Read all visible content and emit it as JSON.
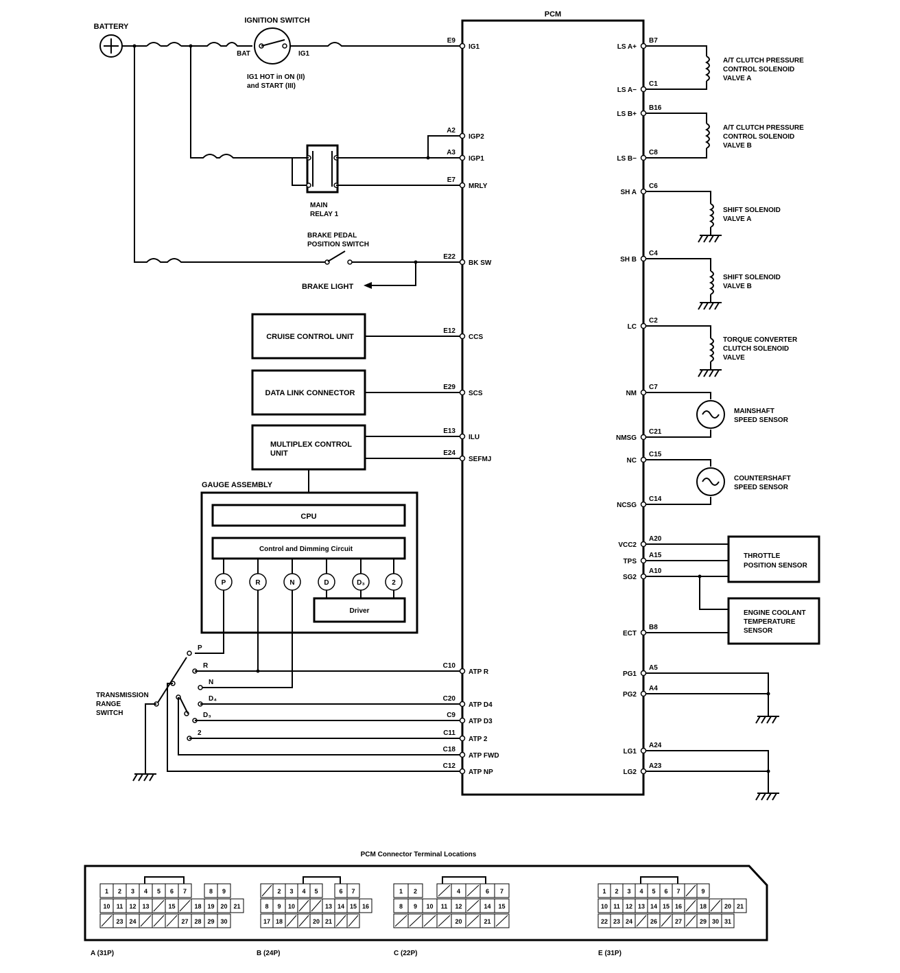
{
  "labels": {
    "battery": "BATTERY",
    "ignition_switch": "IGNITION SWITCH",
    "bat": "BAT",
    "ig1": "IG1",
    "ig1_note_1": "IG1 HOT in ON (II)",
    "ig1_note_2": "and START (III)",
    "main_relay_1": "MAIN",
    "main_relay_2": "RELAY 1",
    "brake_switch_1": "BRAKE PEDAL",
    "brake_switch_2": "POSITION SWITCH",
    "brake_light": "BRAKE LIGHT",
    "pcm": "PCM",
    "cruise_control": "CRUISE CONTROL UNIT",
    "dlc": "DATA LINK CONNECTOR",
    "multiplex_1": "MULTIPLEX CONTROL",
    "multiplex_2": "UNIT",
    "gauge_assembly": "GAUGE ASSEMBLY",
    "cpu": "CPU",
    "dimming": "Control and Dimming Circuit",
    "driver": "Driver",
    "trs_1": "TRANSMISSION",
    "trs_2": "RANGE",
    "trs_3": "SWITCH",
    "sol_a_1": "A/T CLUTCH PRESSURE",
    "sol_a_2": "CONTROL SOLENOID",
    "sol_a_3": "VALVE A",
    "sol_b_1": "A/T CLUTCH PRESSURE",
    "sol_b_2": "CONTROL SOLENOID",
    "sol_b_3": "VALVE B",
    "shift_a_1": "SHIFT SOLENOID",
    "shift_a_2": "VALVE A",
    "shift_b_1": "SHIFT SOLENOID",
    "shift_b_2": "VALVE B",
    "tcc_1": "TORQUE CONVERTER",
    "tcc_2": "CLUTCH SOLENOID",
    "tcc_3": "VALVE",
    "mainshaft_1": "MAINSHAFT",
    "mainshaft_2": "SPEED SENSOR",
    "countershaft_1": "COUNTERSHAFT",
    "countershaft_2": "SPEED SENSOR",
    "tps_1": "THROTTLE",
    "tps_2": "POSITION SENSOR",
    "ect_1": "ENGINE COOLANT",
    "ect_2": "TEMPERATURE",
    "ect_3": "SENSOR",
    "connector_title": "PCM Connector Terminal Locations",
    "conn_a": "A (31P)",
    "conn_b": "B (24P)",
    "conn_c": "C (22P)",
    "conn_e": "E (31P)"
  },
  "gauge_indicators": [
    "P",
    "R",
    "N",
    "D",
    "D₃",
    "2"
  ],
  "trs_positions": [
    "P",
    "R",
    "N",
    "D₄",
    "D₃",
    "2"
  ],
  "pcm_left_pins": [
    {
      "pin": "E9",
      "name": "IG1"
    },
    {
      "pin": "A2",
      "name": "IGP2"
    },
    {
      "pin": "A3",
      "name": "IGP1"
    },
    {
      "pin": "E7",
      "name": "MRLY"
    },
    {
      "pin": "E22",
      "name": "BK SW"
    },
    {
      "pin": "E12",
      "name": "CCS"
    },
    {
      "pin": "E29",
      "name": "SCS"
    },
    {
      "pin": "E13",
      "name": "ILU"
    },
    {
      "pin": "E24",
      "name": "SEFMJ"
    },
    {
      "pin": "C10",
      "name": "ATP R"
    },
    {
      "pin": "C20",
      "name": "ATP D4"
    },
    {
      "pin": "C9",
      "name": "ATP D3"
    },
    {
      "pin": "C11",
      "name": "ATP 2"
    },
    {
      "pin": "C18",
      "name": "ATP FWD"
    },
    {
      "pin": "C12",
      "name": "ATP NP"
    }
  ],
  "pcm_right_pins": [
    {
      "pin": "B7",
      "name": "LS A+"
    },
    {
      "pin": "C1",
      "name": "LS A−"
    },
    {
      "pin": "B16",
      "name": "LS B+"
    },
    {
      "pin": "C8",
      "name": "LS B−"
    },
    {
      "pin": "C6",
      "name": "SH A"
    },
    {
      "pin": "C4",
      "name": "SH B"
    },
    {
      "pin": "C2",
      "name": "LC"
    },
    {
      "pin": "C7",
      "name": "NM"
    },
    {
      "pin": "C21",
      "name": "NMSG"
    },
    {
      "pin": "C15",
      "name": "NC"
    },
    {
      "pin": "C14",
      "name": "NCSG"
    },
    {
      "pin": "A20",
      "name": "VCC2"
    },
    {
      "pin": "A15",
      "name": "TPS"
    },
    {
      "pin": "A10",
      "name": "SG2"
    },
    {
      "pin": "B8",
      "name": "ECT"
    },
    {
      "pin": "A5",
      "name": "PG1"
    },
    {
      "pin": "A4",
      "name": "PG2"
    },
    {
      "pin": "A24",
      "name": "LG1"
    },
    {
      "pin": "A23",
      "name": "LG2"
    }
  ],
  "connectors": {
    "A": {
      "top": [
        "1",
        "2",
        "3",
        "4",
        "5",
        "6",
        "7",
        "",
        "8",
        "9"
      ],
      "mid": [
        "10",
        "11",
        "12",
        "13",
        "/",
        "15",
        "/",
        "18",
        "19",
        "20",
        "21"
      ],
      "bot": [
        "/",
        "23",
        "24",
        "/",
        "/",
        "/",
        "27",
        "28",
        "29",
        "30"
      ]
    },
    "B": {
      "top": [
        "/",
        "2",
        "3",
        "4",
        "5",
        "",
        "6",
        "7"
      ],
      "mid": [
        "8",
        "9",
        "10",
        "/",
        "/",
        "13",
        "14",
        "15",
        "16"
      ],
      "bot": [
        "17",
        "18",
        "/",
        "/",
        "20",
        "21",
        "/",
        "/"
      ]
    },
    "C": {
      "top": [
        "1",
        "2",
        "",
        "/",
        "4",
        "/",
        "6",
        "7"
      ],
      "mid": [
        "8",
        "9",
        "10",
        "11",
        "12",
        "/",
        "14",
        "15"
      ],
      "bot": [
        "/",
        "/",
        "/",
        "/",
        "20",
        "/",
        "21",
        "/"
      ]
    },
    "E": {
      "top": [
        "1",
        "2",
        "3",
        "4",
        "5",
        "6",
        "7",
        "/",
        "9"
      ],
      "mid": [
        "10",
        "11",
        "12",
        "13",
        "14",
        "15",
        "16",
        "/",
        "18",
        "/",
        "20",
        "21"
      ],
      "bot": [
        "22",
        "23",
        "24",
        "/",
        "26",
        "/",
        "27",
        "/",
        "29",
        "30",
        "31"
      ]
    }
  }
}
